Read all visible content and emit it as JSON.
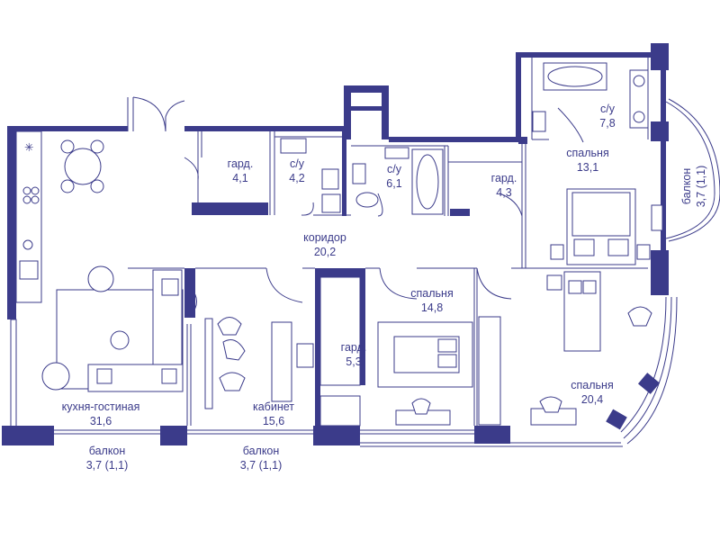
{
  "colors": {
    "wall": "#3b3b8a",
    "background": "#ffffff"
  },
  "rooms": {
    "kitchen": {
      "name": "кухня-гостиная",
      "area": "31,6"
    },
    "balcony_left": {
      "name": "балкон",
      "area": "3,7 (1,1)"
    },
    "balcony_mid": {
      "name": "балкон",
      "area": "3,7 (1,1)"
    },
    "balcony_right": {
      "name": "балкон",
      "area": "3,7 (1,1)"
    },
    "wardrobe_1": {
      "name": "гард.",
      "area": "4,1"
    },
    "bath_1": {
      "name": "с/у",
      "area": "4,2"
    },
    "bath_2": {
      "name": "с/у",
      "area": "6,1"
    },
    "wardrobe_2": {
      "name": "гард.",
      "area": "4,3"
    },
    "bath_3": {
      "name": "с/у",
      "area": "7,8"
    },
    "bedroom_1": {
      "name": "спальня",
      "area": "13,1"
    },
    "corridor": {
      "name": "коридор",
      "area": "20,2"
    },
    "office": {
      "name": "кабинет",
      "area": "15,6"
    },
    "wardrobe_3": {
      "name": "гард.",
      "area": "5,3"
    },
    "bedroom_2": {
      "name": "спальня",
      "area": "14,8"
    },
    "bedroom_3": {
      "name": "спальня",
      "area": "20,4"
    }
  }
}
